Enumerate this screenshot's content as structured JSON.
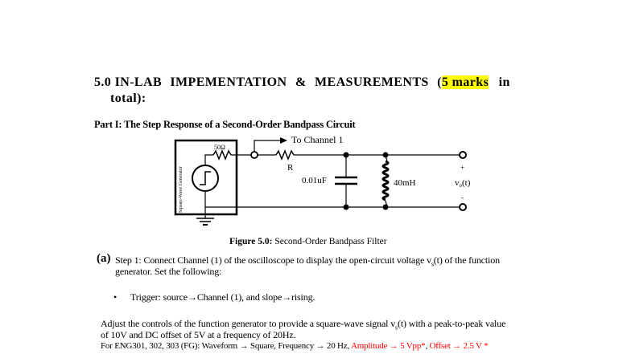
{
  "heading": {
    "number": "5.0",
    "title_before": "IN-LAB IMPEMENTATION & MEASUREMENTS (",
    "highlight": "5 marks",
    "title_after": " in",
    "line2": "total):",
    "highlight_color": "#ffff00"
  },
  "part": {
    "title": "Part I: The Step Response of a Second-Order Bandpass Circuit"
  },
  "circuit": {
    "probe_label": "To Channel 1",
    "source_resistor": "50Ω",
    "resistor_label": "R",
    "capacitor_label": "0.01uF",
    "inductor_label": "40mH",
    "plus": "+",
    "minus": "-",
    "output_label": "v",
    "output_sub": "o",
    "output_suffix": "(t)",
    "generator_label": "Square-Wave Generator"
  },
  "figure": {
    "label": "Figure 5.0:",
    "caption": " Second-Order Bandpass Filter"
  },
  "step_a": {
    "marker": "(a)",
    "line1": "Step 1: Connect Channel (1) of the oscilloscope to display the open-circuit voltage v",
    "line1_sub": "s",
    "line1_end": "(t) of the function",
    "line2": "generator. Set the following:"
  },
  "bullets": [
    {
      "text": "Trigger: source→Channel (1), and slope→rising."
    }
  ],
  "adjust": {
    "line1": "Adjust the controls of the function generator to provide a square-wave signal v",
    "line1_sub": "s",
    "line1_end": "(t) with a peak-to-peak value",
    "line2": "of 10V and DC offset of 5V at a frequency of 20Hz."
  },
  "fg_settings": {
    "prefix": "For ENG301, 302, 303 (FG): Waveform → Square, Frequency → 20 Hz, ",
    "red1": "Amplitude → 5 Vpp*",
    "sep": ", ",
    "red2": "Offset → 2.5 V *",
    "red_color": "#ff0000"
  }
}
